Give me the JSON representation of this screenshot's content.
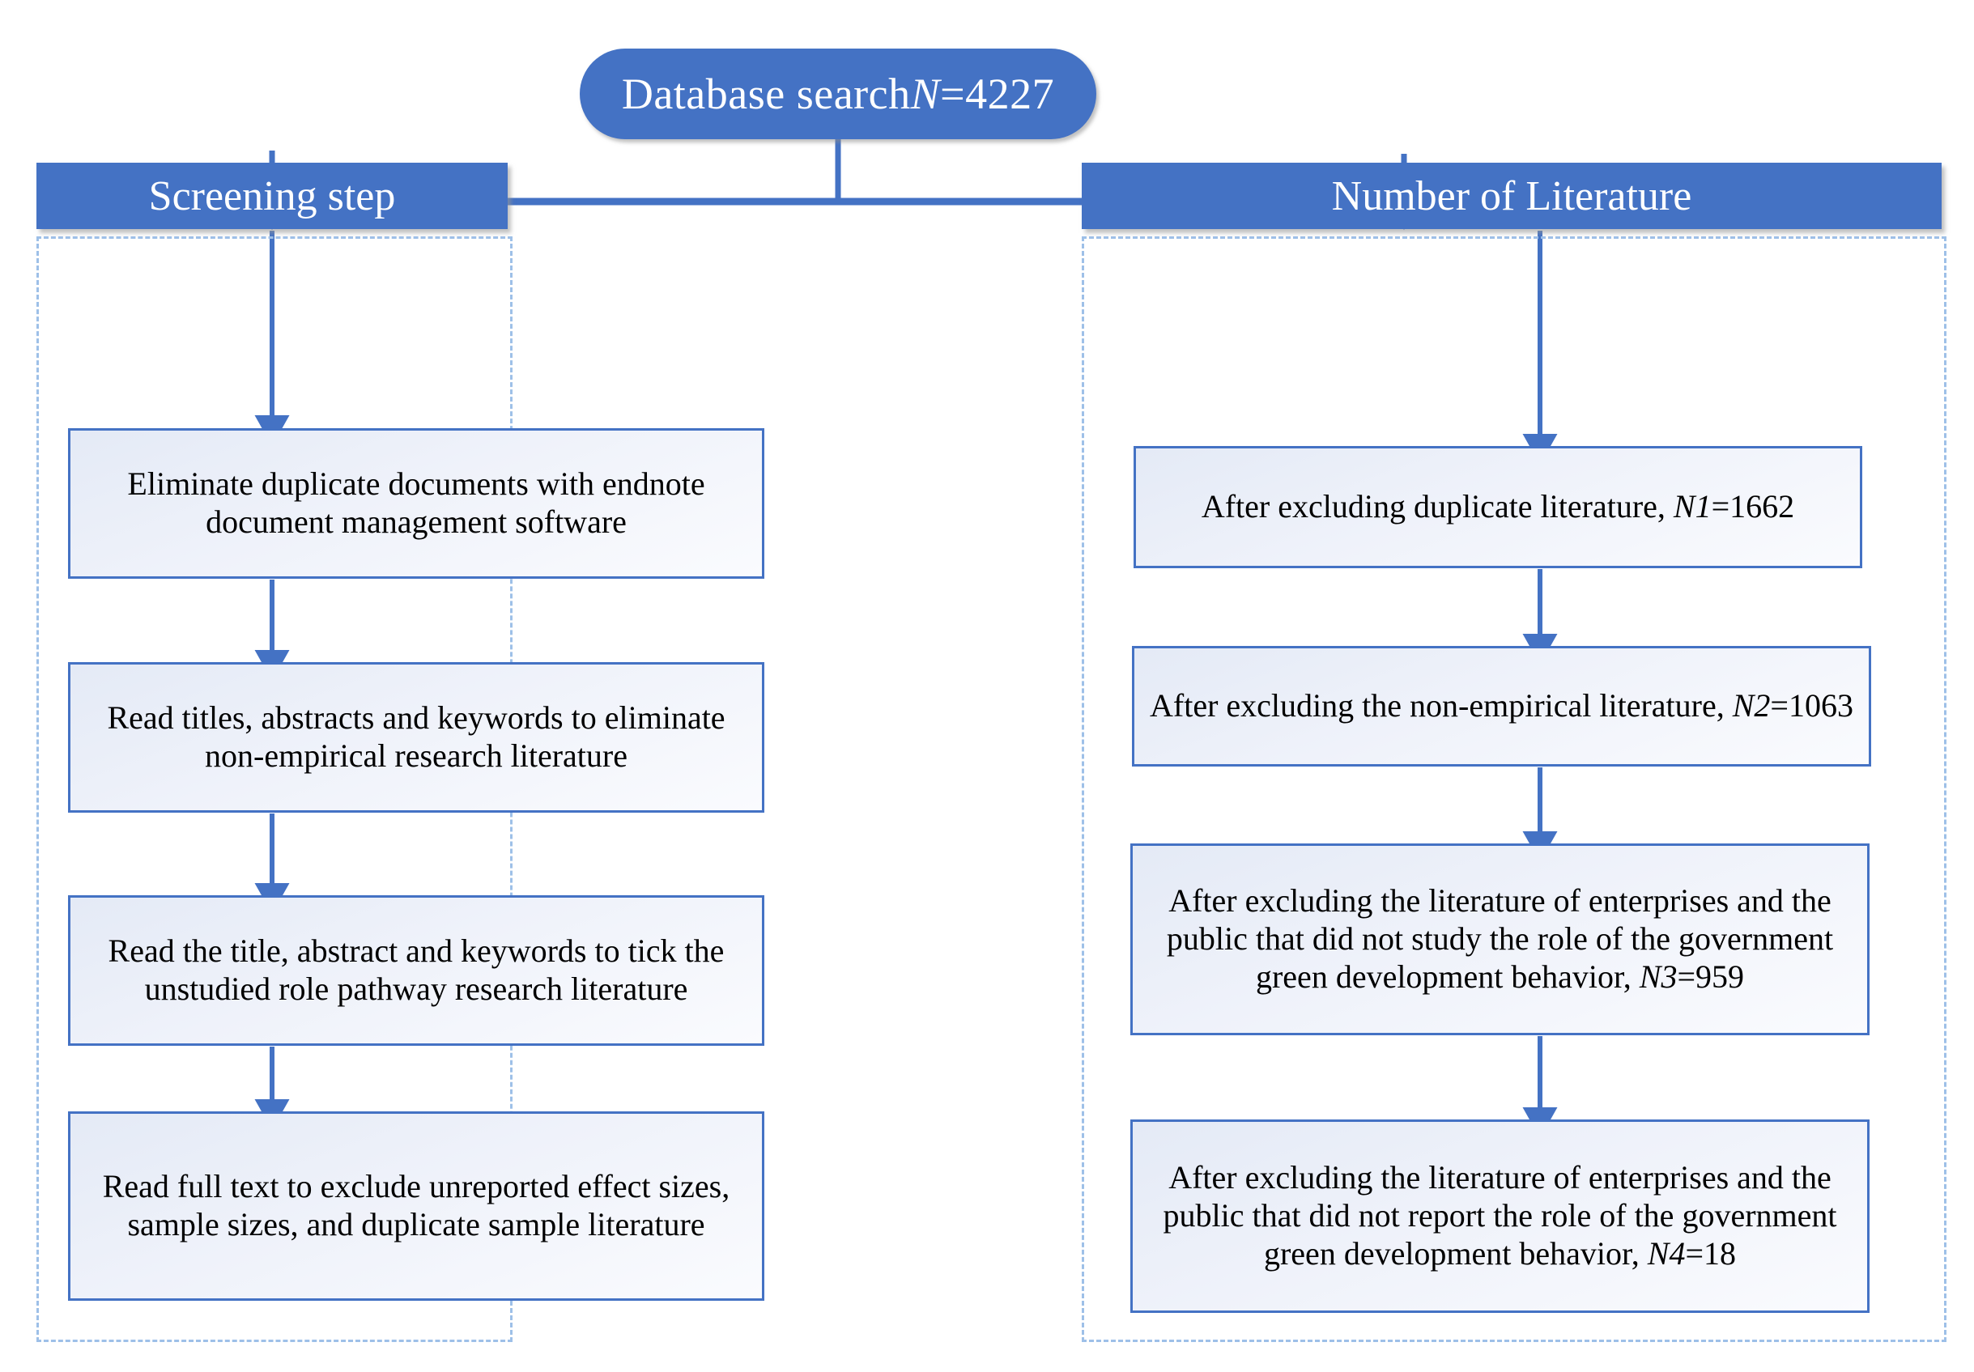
{
  "theme": {
    "accent_blue": "#4472C4",
    "box_border_blue": "#4472C4",
    "dash_blue": "#9EC0E8",
    "box_fill_light": "#EFF2FA",
    "header_text": "#FFFFFF",
    "body_text": "#000000"
  },
  "top": {
    "label_prefix": "Database search ",
    "label_var": "N",
    "label_suffix": "=4227",
    "full_text": "Database search N=4227"
  },
  "columns": {
    "left": {
      "header": "Screening step",
      "steps": [
        {
          "text": "Eliminate duplicate documents with endnote document management software"
        },
        {
          "text": "Read titles, abstracts and keywords to eliminate non-empirical research literature"
        },
        {
          "text": "Read the title, abstract and keywords to tick the unstudied role pathway research literature"
        },
        {
          "text": "Read full text to exclude unreported effect sizes, sample sizes, and duplicate sample literature"
        }
      ]
    },
    "right": {
      "header": "Number of Literature",
      "steps": [
        {
          "text_before": "After excluding duplicate literature, ",
          "var": "N1",
          "text_after": "=1662",
          "full_text": "After excluding duplicate literature, N1=1662",
          "count": 1662
        },
        {
          "text_before": "After excluding the non-empirical literature, ",
          "var": "N2",
          "text_after": "=1063",
          "full_text": "After excluding the non-empirical literature, N2=1063",
          "count": 1063
        },
        {
          "text_before": "After excluding the literature of enterprises and the public that did not study the role of the government green development behavior, ",
          "var": "N3",
          "text_after": "=959",
          "full_text": "After excluding the literature of enterprises and the public that did not study the role of the government green development behavior, N3=959",
          "count": 959
        },
        {
          "text_before": "After excluding the literature of enterprises and the public that did not report the role of the government green development behavior, ",
          "var": "N4",
          "text_after": "=18",
          "full_text": "After excluding the literature of enterprises and the public that did not report the role of the government green development behavior, N4=18",
          "count": 18
        }
      ]
    }
  },
  "chart_data": {
    "type": "table",
    "title": "Literature screening flow (PRISMA-style)",
    "categories": [
      "Database search",
      "After excluding duplicate literature",
      "After excluding the non-empirical literature",
      "After excluding literature not studying government green development behavior",
      "After excluding literature not reporting government green development behavior"
    ],
    "labels": [
      "N",
      "N1",
      "N2",
      "N3",
      "N4"
    ],
    "values": [
      4227,
      1662,
      1063,
      959,
      18
    ],
    "xlabel": "Screening step",
    "ylabel": "Number of Literature"
  }
}
